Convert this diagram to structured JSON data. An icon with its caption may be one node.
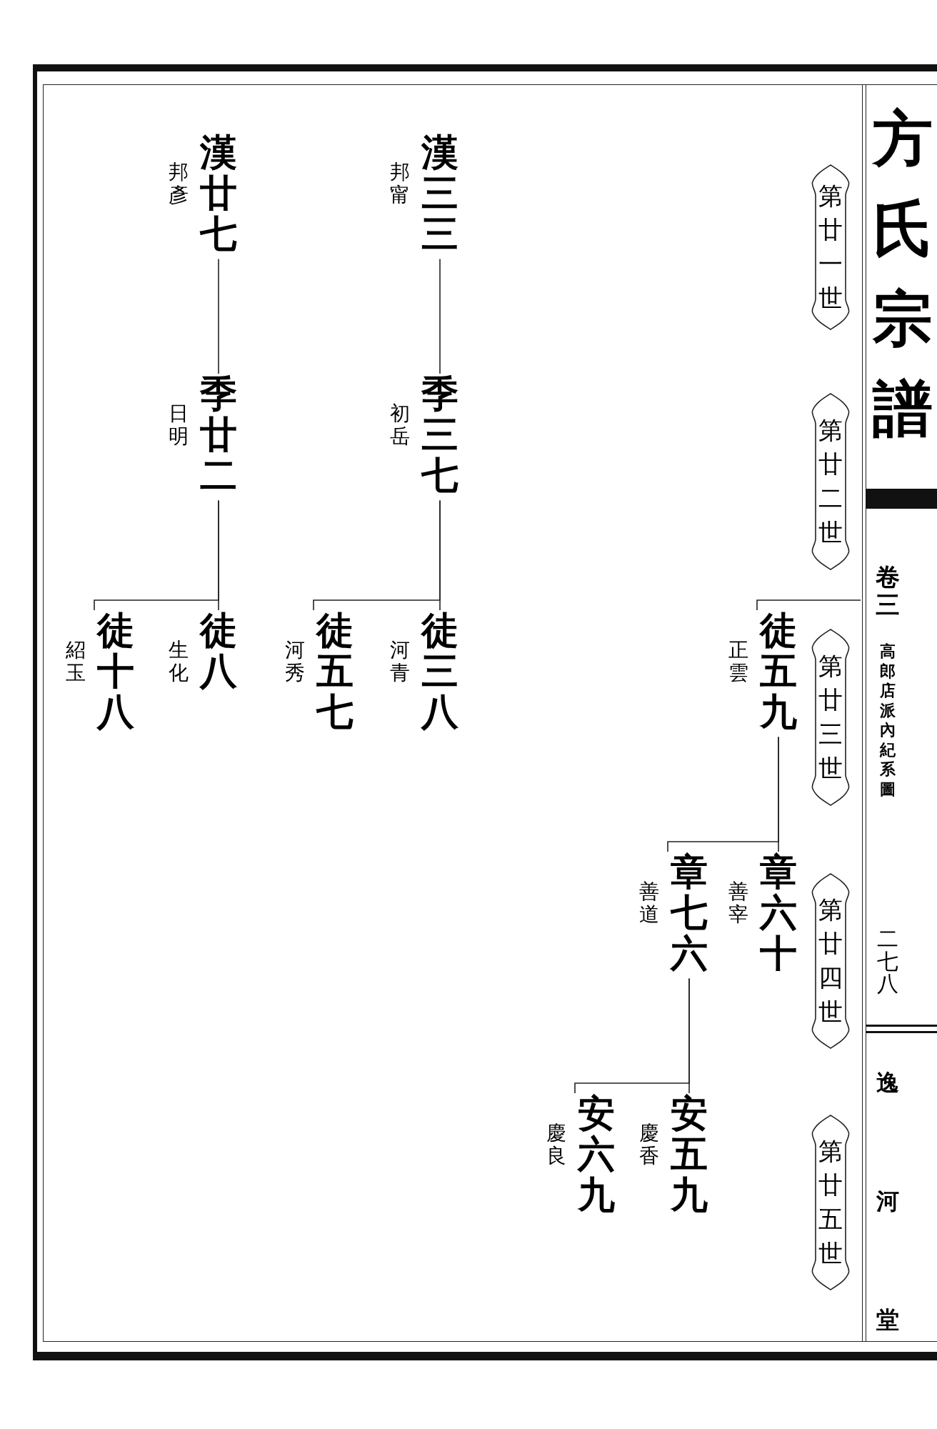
{
  "diagram": {
    "title": "方氏宗譜",
    "nodes": [
      {
        "text": [
          "第廿一世"
        ]
      },
      {
        "text": [
          "第廿二世"
        ]
      },
      {
        "text": [
          "第廿三世"
        ]
      },
      {
        "text": [
          "第廿四世"
        ]
      },
      {
        "text": [
          "第廿五世"
        ]
      },
      {
        "text": [
          "徒五九"
        ],
        "beside": [
          "正雲"
        ]
      },
      {
        "text": [
          "章六十"
        ],
        "beside": [
          "善宰"
        ]
      },
      {
        "text": [
          "章七六"
        ],
        "beside": [
          "善道"
        ]
      },
      {
        "text": [
          "安五九"
        ],
        "beside": [
          "慶香"
        ]
      },
      {
        "text": [
          "安六九"
        ],
        "beside": [
          "慶良"
        ]
      },
      {
        "text": [
          "漢三三"
        ],
        "beside": [
          "邦甯"
        ]
      },
      {
        "text": [
          "季三七"
        ],
        "beside": [
          "初岳"
        ]
      },
      {
        "text": [
          "徒三八"
        ],
        "beside": [
          "河青"
        ]
      },
      {
        "text": [
          "徒五七"
        ],
        "beside": [
          "河秀"
        ]
      },
      {
        "text": [
          "漢廿七"
        ],
        "beside": [
          "邦彥"
        ]
      },
      {
        "text": [
          "季廿二"
        ],
        "beside": [
          "日明"
        ]
      },
      {
        "text": [
          "徒八"
        ],
        "beside": [
          "生化"
        ]
      },
      {
        "text": [
          "徒十八"
        ],
        "beside": [
          "紹玉"
        ]
      }
    ],
    "edges": [
      {
        "from": null,
        "to": 5,
        "arrow": "none"
      },
      {
        "from": 5,
        "to": 6,
        "arrow": "none"
      },
      {
        "from": 5,
        "to": 7,
        "arrow": "none"
      },
      {
        "from": 7,
        "to": 8,
        "arrow": "none"
      },
      {
        "from": 7,
        "to": 9,
        "arrow": "none"
      },
      {
        "from": 10,
        "to": 11,
        "arrow": "none"
      },
      {
        "from": 11,
        "to": 12,
        "arrow": "none"
      },
      {
        "from": 11,
        "to": 13,
        "arrow": "none"
      },
      {
        "from": 14,
        "to": 15,
        "arrow": "none"
      },
      {
        "from": 15,
        "to": 16,
        "arrow": "none"
      },
      {
        "from": 15,
        "to": 17,
        "arrow": "none"
      }
    ],
    "labels": [
      "卷三",
      "高郎店派內紀系圖",
      "二七八",
      "逸",
      "河",
      "堂"
    ]
  }
}
